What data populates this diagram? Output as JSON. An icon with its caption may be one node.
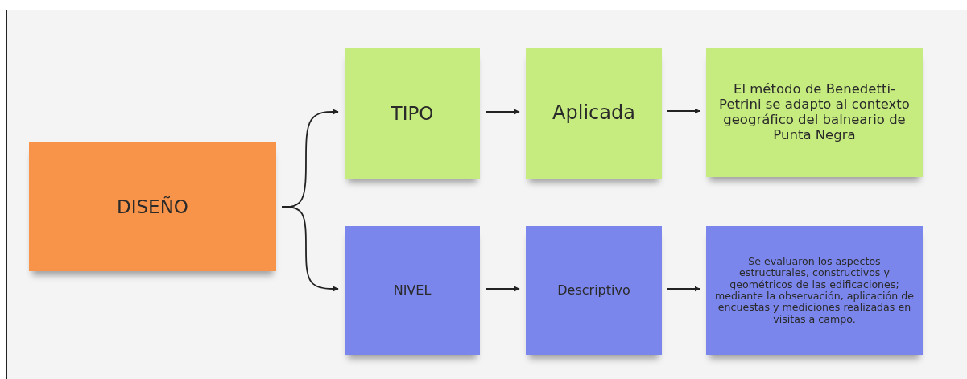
{
  "diagram": {
    "nodes": [
      {
        "text": [
          "DISEÑO"
        ]
      },
      {
        "text": [
          "TIPO"
        ]
      },
      {
        "text": [
          "Aplicada"
        ]
      },
      {
        "text": [
          "El método de Benedetti-Petrini se adapto al contexto geográfico del balneario de Punta Negra"
        ]
      },
      {
        "text": [
          "NIVEL"
        ]
      },
      {
        "text": [
          "Descriptivo"
        ]
      },
      {
        "text": [
          "Se evaluaron los aspectos estructurales, constructivos y geométricos de las edificaciones; mediante la observación, aplicación de encuestas y mediciones realizadas en visitas a campo."
        ]
      }
    ],
    "edges": [
      {
        "from": 0,
        "to": 1,
        "arrow": "to"
      },
      {
        "from": 0,
        "to": 4,
        "arrow": "to"
      },
      {
        "from": 1,
        "to": 2,
        "arrow": "to"
      },
      {
        "from": 2,
        "to": 3,
        "arrow": "to"
      },
      {
        "from": 4,
        "to": 5,
        "arrow": "to"
      },
      {
        "from": 5,
        "to": 6,
        "arrow": "to"
      }
    ]
  }
}
